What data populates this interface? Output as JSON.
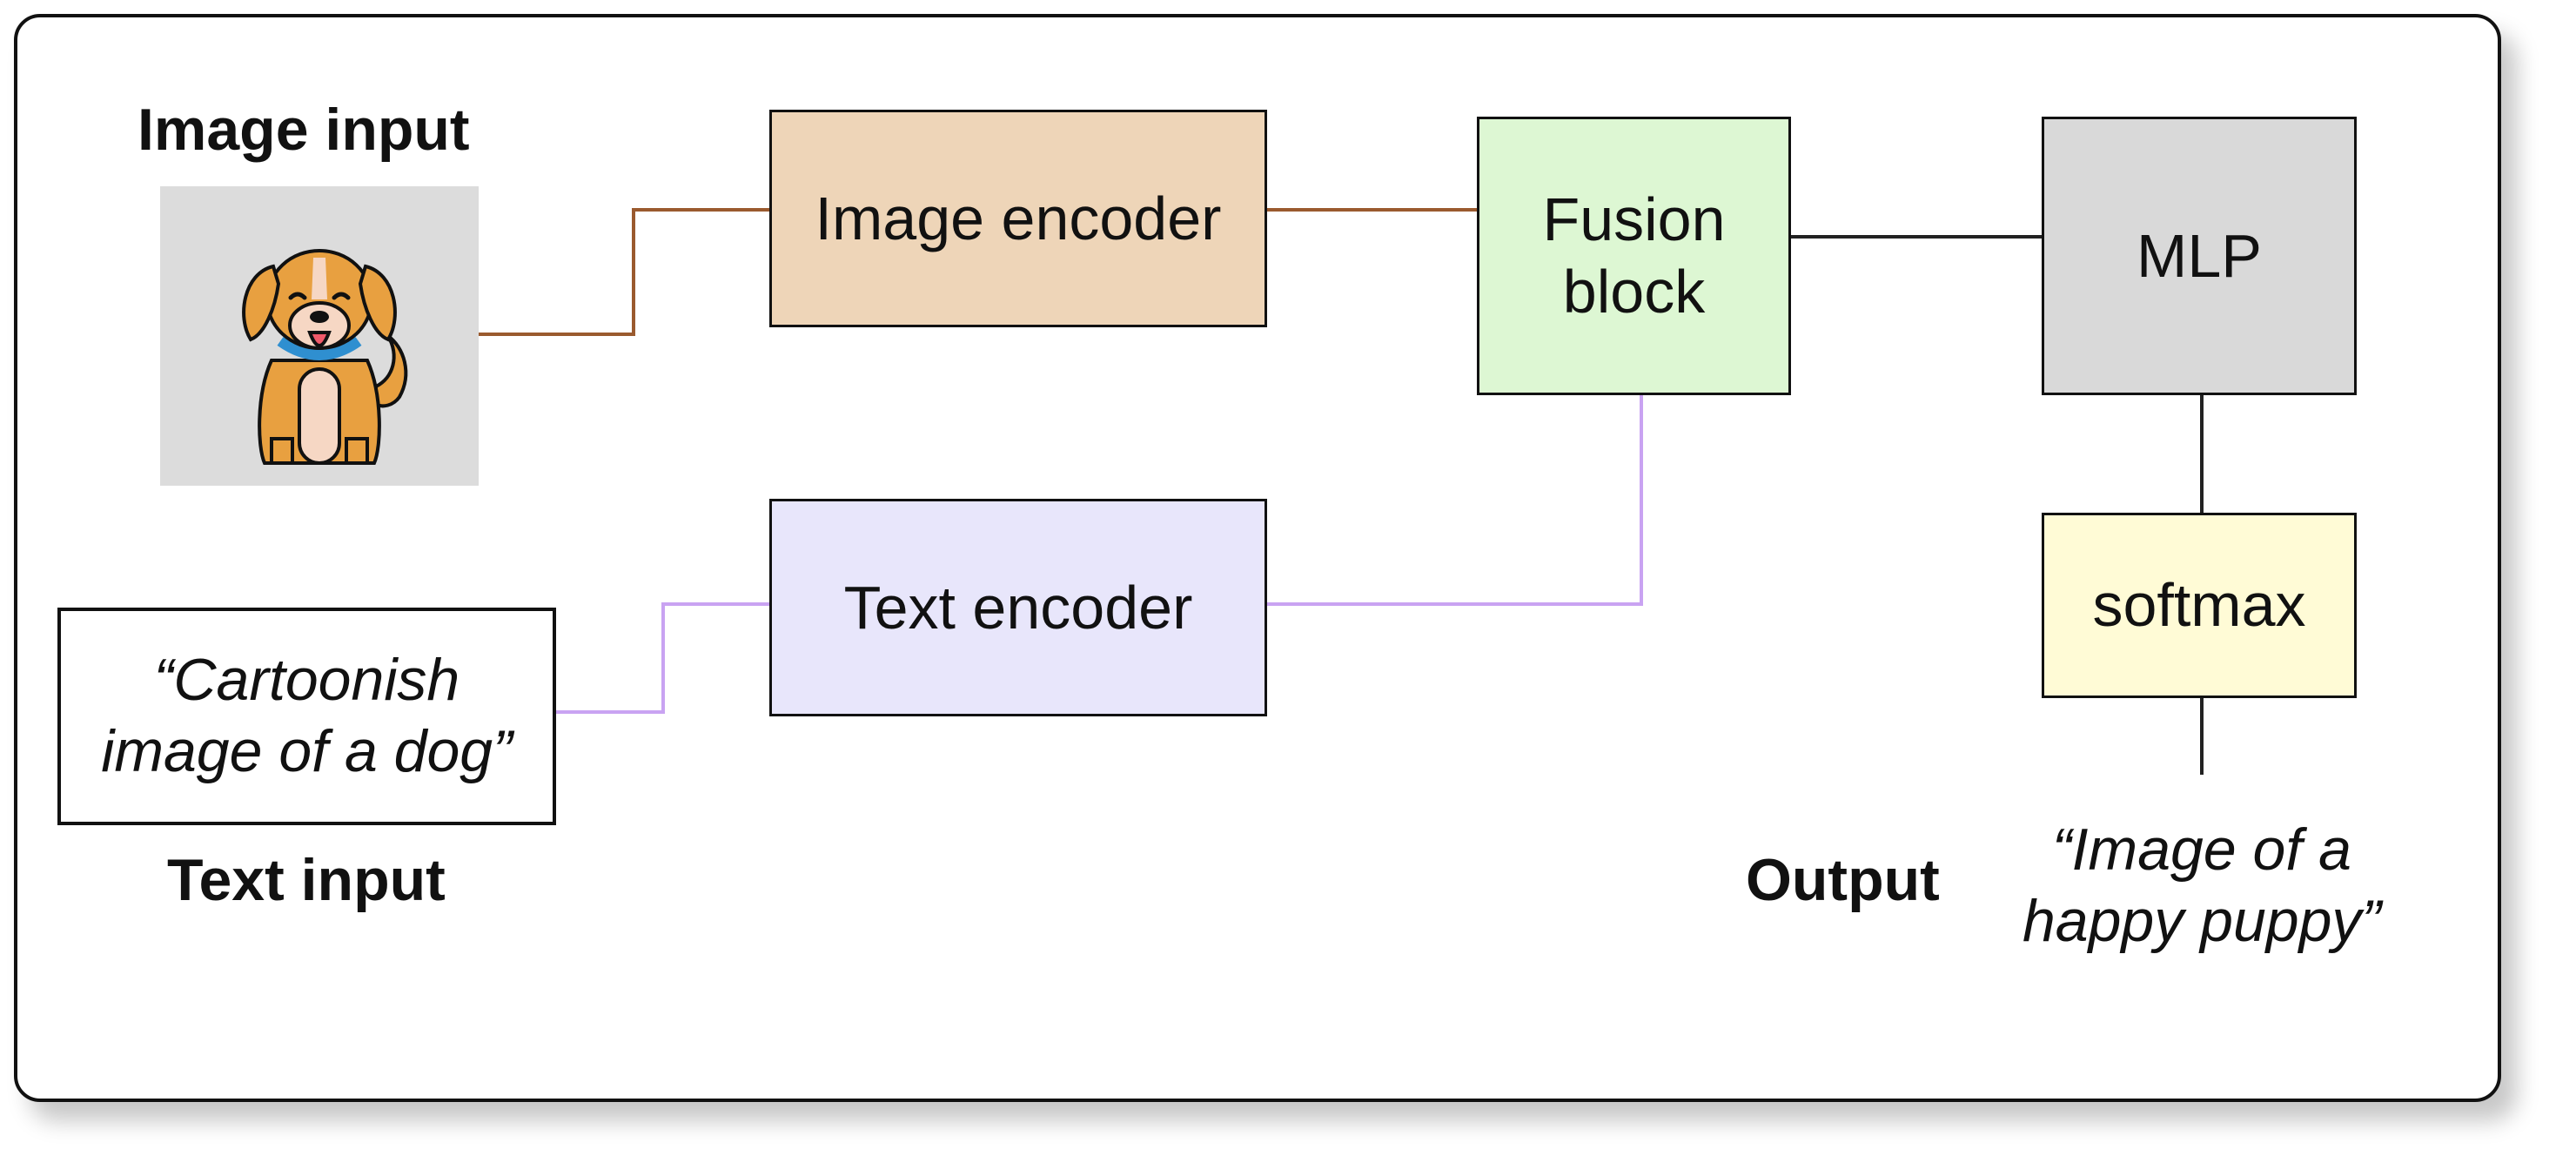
{
  "diagram": {
    "image_input_label": "Image input",
    "text_input_label": "Text input",
    "text_input_quote": "“Cartoonish image of a dog”",
    "image_encoder": "Image encoder",
    "text_encoder": "Text encoder",
    "fusion_block": "Fusion block",
    "mlp": "MLP",
    "softmax": "softmax",
    "output_label": "Output",
    "output_quote": "“Image of a happy puppy”"
  },
  "colors": {
    "image_encoder_fill": "#eed5b8",
    "text_encoder_fill": "#e8e6fb",
    "fusion_block_fill": "#ddf7d3",
    "mlp_fill": "#d9d9d9",
    "softmax_fill": "#fffbd6",
    "image_path_line": "#9a5a2e",
    "text_path_line": "#c9a3f2",
    "output_path_line": "#222222",
    "dog_body": "#e8a040",
    "dog_collar": "#2f8fd0",
    "dog_tongue": "#f05a6a"
  },
  "icons": {
    "image_input_icon": "cartoon-dog-icon"
  }
}
